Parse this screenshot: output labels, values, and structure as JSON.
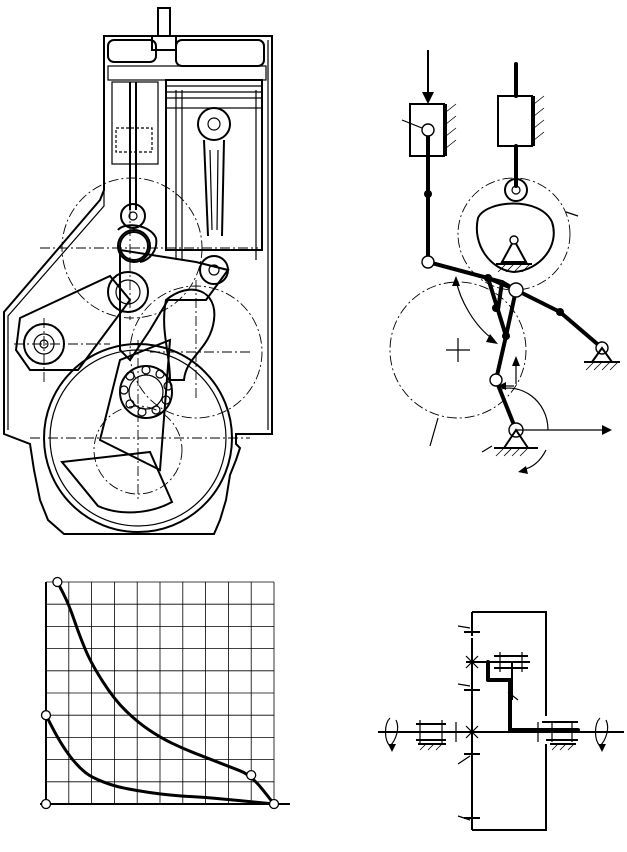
{
  "figure": {
    "panels": [
      {
        "id": "engine-section",
        "kind": "drawing"
      },
      {
        "id": "linkage-scheme",
        "kind": "kinematic-scheme"
      },
      {
        "id": "indicator-diagram",
        "kind": "pv-diagram"
      },
      {
        "id": "gear-train-scheme",
        "kind": "kinematic-scheme"
      }
    ],
    "labels": []
  },
  "chart_data": {
    "type": "line",
    "title": "",
    "xlabel": "",
    "ylabel": "",
    "grid": true,
    "xlim": [
      0,
      10
    ],
    "ylim": [
      0,
      10
    ],
    "series": [
      {
        "values": [
          [
            0.5,
            10
          ],
          [
            1.0,
            9.0
          ],
          [
            1.5,
            7.5
          ],
          [
            2.0,
            6.3
          ],
          [
            3.0,
            4.7
          ],
          [
            4.0,
            3.7
          ],
          [
            5.0,
            3.0
          ],
          [
            6.0,
            2.5
          ],
          [
            7.0,
            2.1
          ],
          [
            8.0,
            1.7
          ],
          [
            9.0,
            1.3
          ],
          [
            10.0,
            0
          ]
        ]
      },
      {
        "values": [
          [
            0,
            4.0
          ],
          [
            0.5,
            3.0
          ],
          [
            1.0,
            2.2
          ],
          [
            1.5,
            1.6
          ],
          [
            2.0,
            1.2
          ],
          [
            3.0,
            0.8
          ],
          [
            4.0,
            0.6
          ],
          [
            5.0,
            0.45
          ],
          [
            6.0,
            0.35
          ],
          [
            7.0,
            0.3
          ],
          [
            8.0,
            0.2
          ],
          [
            9.0,
            0.1
          ],
          [
            10.0,
            0
          ]
        ]
      }
    ],
    "points": [
      [
        0.5,
        10
      ],
      [
        0,
        4.0
      ],
      [
        9.0,
        1.3
      ],
      [
        10.0,
        0
      ],
      [
        0,
        0
      ]
    ]
  }
}
